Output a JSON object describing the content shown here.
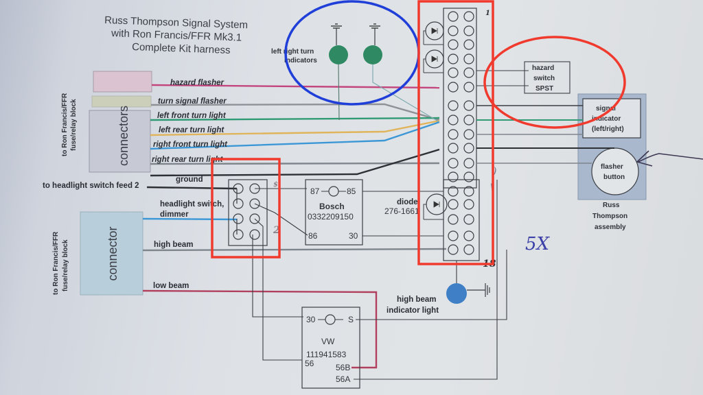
{
  "title": {
    "line1": "Russ Thompson Signal System",
    "line2": "with Ron Francis/FFR Mk3.1",
    "line3": "Complete Kit harness"
  },
  "turn_indicators_label": {
    "line1": "left right turn",
    "line2": "indicators"
  },
  "upper_block": {
    "side_label": {
      "line1": "to Ron Francis/FFR",
      "line2": "fuse/relay block"
    },
    "connector_label": "connectors"
  },
  "lower_block": {
    "side_label": {
      "line1": "to Ron Francis/FFR",
      "line2": "fuse/relay block"
    },
    "connector_label": "connector"
  },
  "wires": [
    {
      "label": "hazard flasher",
      "color": "#c2457d"
    },
    {
      "label": "turn signal flasher",
      "color": "#8e9296"
    },
    {
      "label": "left front turn light",
      "color": "#2f9a73"
    },
    {
      "label": "left rear turn light",
      "color": "#e0b45a"
    },
    {
      "label": "right front turn light",
      "color": "#3c97d6"
    },
    {
      "label": "right rear turn light",
      "color": "#7f858c"
    },
    {
      "label": "ground",
      "color": "#2d3035"
    },
    {
      "label": "to headlight switch feed 2",
      "color": "#2d3035"
    },
    {
      "label": "headlight switch, dimmer",
      "color": "#3c97d6"
    },
    {
      "label": "high beam",
      "color": "#7f858c"
    },
    {
      "label": "low beam",
      "color": "#b1405f"
    }
  ],
  "relay": {
    "brand": "Bosch",
    "part": "0332209150",
    "pins": {
      "p87": "87",
      "p85": "85",
      "p86": "86",
      "p30": "30"
    }
  },
  "diode": {
    "label": "diode",
    "part": "276-1661"
  },
  "hazard_switch": {
    "line1": "hazard",
    "line2": "switch",
    "line3": "SPST"
  },
  "rt_assembly": {
    "signal_indicator": {
      "line1": "signal",
      "line2": "indicator",
      "line3": "(left/right)"
    },
    "flasher_button": {
      "line1": "flasher",
      "line2": "button"
    },
    "caption": {
      "line1": "Russ",
      "line2": "Thompson",
      "line3": "assembly"
    }
  },
  "high_beam_indicator": {
    "line1": "high beam",
    "line2": "indicator light"
  },
  "vw_relay": {
    "brand": "VW",
    "part": "111941583",
    "pins": {
      "p30": "30",
      "pS": "S",
      "p56": "56",
      "p56B": "56B",
      "p56A": "56A"
    }
  },
  "annotations": {
    "handwritten_note": "5X",
    "pin_numbers_top": "1",
    "pin_numbers_bottom": "18"
  },
  "highlight_colors": {
    "red": "#f03a2e",
    "blue": "#1f3fd8"
  }
}
